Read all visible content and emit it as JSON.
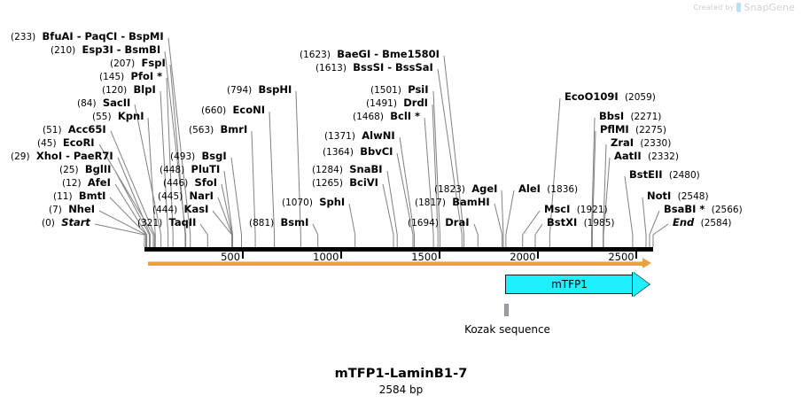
{
  "watermark": {
    "prefix": "Created by",
    "brand": "SnapGene",
    "logo_icon": "snapgene-logo-icon"
  },
  "title": {
    "name": "mTFP1-LaminB1-7",
    "size": "2584 bp"
  },
  "ruler": {
    "ticks": [
      {
        "label": "500",
        "pos": 500
      },
      {
        "label": "1000",
        "pos": 1000
      },
      {
        "label": "1500",
        "pos": 1500
      },
      {
        "label": "2000",
        "pos": 2000
      },
      {
        "label": "2500",
        "pos": 2500
      }
    ],
    "start": 0,
    "end": 2584
  },
  "features": [
    {
      "name": "mTFP1",
      "color": "#1ff0ff",
      "start": 1733,
      "end": 2438,
      "direction": "right"
    },
    {
      "name": "Kozak sequence",
      "color": "#9aa0a6",
      "start": 1720,
      "end": 1732
    }
  ],
  "orf": {
    "color": "#e8a33d",
    "direction": "right",
    "start": 0,
    "end": 2584
  },
  "sites": [
    {
      "id": "bfuai",
      "pos": "(233)",
      "names": [
        "BfuAI",
        "PaqCI",
        "BspMI"
      ],
      "star": false,
      "align": "left"
    },
    {
      "id": "esp3i",
      "pos": "(210)",
      "names": [
        "Esp3I",
        "BsmBI"
      ],
      "star": false,
      "align": "left"
    },
    {
      "id": "fspi",
      "pos": "(207)",
      "names": [
        "FspI"
      ],
      "star": false,
      "align": "left"
    },
    {
      "id": "pfoi",
      "pos": "(145)",
      "names": [
        "PfoI"
      ],
      "star": true,
      "align": "left"
    },
    {
      "id": "blpi",
      "pos": "(120)",
      "names": [
        "BlpI"
      ],
      "star": false,
      "align": "left"
    },
    {
      "id": "sacii",
      "pos": "(84)",
      "names": [
        "SacII"
      ],
      "star": false,
      "align": "left"
    },
    {
      "id": "kpni",
      "pos": "(55)",
      "names": [
        "KpnI"
      ],
      "star": false,
      "align": "left"
    },
    {
      "id": "acc65i",
      "pos": "(51)",
      "names": [
        "Acc65I"
      ],
      "star": false,
      "align": "left"
    },
    {
      "id": "ecori",
      "pos": "(45)",
      "names": [
        "EcoRI"
      ],
      "star": false,
      "align": "left"
    },
    {
      "id": "xhoi",
      "pos": "(29)",
      "names": [
        "XhoI",
        "PaeR7I"
      ],
      "star": false,
      "align": "left"
    },
    {
      "id": "bglii",
      "pos": "(25)",
      "names": [
        "BglII"
      ],
      "star": false,
      "align": "left"
    },
    {
      "id": "afei",
      "pos": "(12)",
      "names": [
        "AfeI"
      ],
      "star": false,
      "align": "left"
    },
    {
      "id": "bmti",
      "pos": "(11)",
      "names": [
        "BmtI"
      ],
      "star": false,
      "align": "left"
    },
    {
      "id": "nhei",
      "pos": "(7)",
      "names": [
        "NheI"
      ],
      "star": false,
      "align": "left"
    },
    {
      "id": "start",
      "pos": "(0)",
      "names": [
        "Start"
      ],
      "star": false,
      "align": "left",
      "terminus": true
    },
    {
      "id": "taqii",
      "pos": "(321)",
      "names": [
        "TaqII"
      ],
      "star": false,
      "align": "left"
    },
    {
      "id": "kasi",
      "pos": "(444)",
      "names": [
        "KasI"
      ],
      "star": false,
      "align": "left"
    },
    {
      "id": "nari",
      "pos": "(445)",
      "names": [
        "NarI"
      ],
      "star": false,
      "align": "left"
    },
    {
      "id": "sfoi",
      "pos": "(446)",
      "names": [
        "SfoI"
      ],
      "star": false,
      "align": "left"
    },
    {
      "id": "pluti",
      "pos": "(448)",
      "names": [
        "PluTI"
      ],
      "star": false,
      "align": "left"
    },
    {
      "id": "bsgi",
      "pos": "(493)",
      "names": [
        "BsgI"
      ],
      "star": false,
      "align": "left"
    },
    {
      "id": "bmri",
      "pos": "(563)",
      "names": [
        "BmrI"
      ],
      "star": false,
      "align": "left"
    },
    {
      "id": "econi",
      "pos": "(660)",
      "names": [
        "EcoNI"
      ],
      "star": false,
      "align": "left"
    },
    {
      "id": "bsphi",
      "pos": "(794)",
      "names": [
        "BspHI"
      ],
      "star": false,
      "align": "left"
    },
    {
      "id": "bsmi",
      "pos": "(881)",
      "names": [
        "BsmI"
      ],
      "star": false,
      "align": "left"
    },
    {
      "id": "sphi",
      "pos": "(1070)",
      "names": [
        "SphI"
      ],
      "star": false,
      "align": "left"
    },
    {
      "id": "bcivi",
      "pos": "(1265)",
      "names": [
        "BciVI"
      ],
      "star": false,
      "align": "left"
    },
    {
      "id": "snabi",
      "pos": "(1284)",
      "names": [
        "SnaBI"
      ],
      "star": false,
      "align": "left"
    },
    {
      "id": "bbvci",
      "pos": "(1364)",
      "names": [
        "BbvCI"
      ],
      "star": false,
      "align": "left"
    },
    {
      "id": "alwni",
      "pos": "(1371)",
      "names": [
        "AlwNI"
      ],
      "star": false,
      "align": "left"
    },
    {
      "id": "bcli",
      "pos": "(1468)",
      "names": [
        "BclI"
      ],
      "star": true,
      "align": "left"
    },
    {
      "id": "drdi",
      "pos": "(1491)",
      "names": [
        "DrdI"
      ],
      "star": false,
      "align": "left"
    },
    {
      "id": "psii",
      "pos": "(1501)",
      "names": [
        "PsiI"
      ],
      "star": false,
      "align": "left"
    },
    {
      "id": "bsssi",
      "pos": "(1613)",
      "names": [
        "BssSI",
        "BssSaI"
      ],
      "star": false,
      "align": "left"
    },
    {
      "id": "baegi",
      "pos": "(1623)",
      "names": [
        "BaeGI",
        "Bme1580I"
      ],
      "star": false,
      "align": "left"
    },
    {
      "id": "drai",
      "pos": "(1694)",
      "names": [
        "DraI"
      ],
      "star": false,
      "align": "left"
    },
    {
      "id": "bamhi",
      "pos": "(1817)",
      "names": [
        "BamHI"
      ],
      "star": false,
      "align": "left"
    },
    {
      "id": "agei",
      "pos": "(1823)",
      "names": [
        "AgeI"
      ],
      "star": false,
      "align": "left"
    },
    {
      "id": "alei",
      "pos": "(1836)",
      "names": [
        "AleI"
      ],
      "star": false,
      "align": "right"
    },
    {
      "id": "msci",
      "pos": "(1921)",
      "names": [
        "MscI"
      ],
      "star": false,
      "align": "right"
    },
    {
      "id": "bstxi",
      "pos": "(1985)",
      "names": [
        "BstXI"
      ],
      "star": false,
      "align": "right"
    },
    {
      "id": "ecoo109i",
      "pos": "(2059)",
      "names": [
        "EcoO109I"
      ],
      "star": false,
      "align": "right"
    },
    {
      "id": "bbsi",
      "pos": "(2271)",
      "names": [
        "BbsI"
      ],
      "star": false,
      "align": "right"
    },
    {
      "id": "pflmi",
      "pos": "(2275)",
      "names": [
        "PflMI"
      ],
      "star": false,
      "align": "right"
    },
    {
      "id": "zrai",
      "pos": "(2330)",
      "names": [
        "ZraI"
      ],
      "star": false,
      "align": "right"
    },
    {
      "id": "aatii",
      "pos": "(2332)",
      "names": [
        "AatII"
      ],
      "star": false,
      "align": "right"
    },
    {
      "id": "bsteii",
      "pos": "(2480)",
      "names": [
        "BstEII"
      ],
      "star": false,
      "align": "right"
    },
    {
      "id": "noti",
      "pos": "(2548)",
      "names": [
        "NotI"
      ],
      "star": false,
      "align": "right"
    },
    {
      "id": "bsabi",
      "pos": "(2566)",
      "names": [
        "BsaBI"
      ],
      "star": true,
      "align": "right"
    },
    {
      "id": "end",
      "pos": "(2584)",
      "names": [
        "End"
      ],
      "star": false,
      "align": "right",
      "terminus": true
    }
  ]
}
